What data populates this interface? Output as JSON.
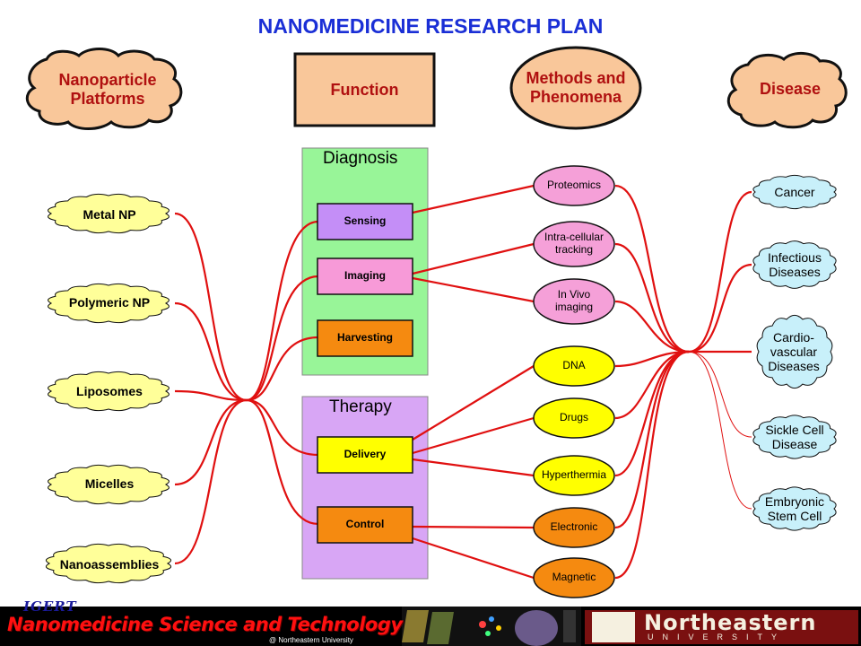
{
  "title": "NANOMEDICINE RESEARCH PLAN",
  "headers": {
    "platforms": "Nanoparticle Platforms",
    "function": "Function",
    "methods": "Methods and Phenomena",
    "disease": "Disease"
  },
  "sections": {
    "diagnosis": "Diagnosis",
    "therapy": "Therapy"
  },
  "platforms": [
    "Metal NP",
    "Polymeric NP",
    "Liposomes",
    "Micelles",
    "Nanoassemblies"
  ],
  "functions": [
    "Sensing",
    "Imaging",
    "Harvesting",
    "Delivery",
    "Control"
  ],
  "methods": [
    "Proteomics",
    "Intra-cellular tracking",
    "In Vivo imaging",
    "DNA",
    "Drugs",
    "Hyperthermia",
    "Electronic",
    "Magnetic"
  ],
  "diseases": [
    "Cancer",
    "Infectious Diseases",
    "Cardio- vascular Diseases",
    "Sickle Cell Disease",
    "Embryonic Stem Cell"
  ],
  "footer": {
    "igert": "IGERT",
    "program": "Nanomedicine Science and Technology",
    "subtitle": "@ Northeastern University",
    "university": "Northeastern",
    "university_sub": "UNIVERSITY"
  },
  "colors": {
    "title": "#1a2fd6",
    "header_text": "#b01010",
    "header_fill": "#f9c79a",
    "line": "#e01010",
    "platform_fill": "#ffff99",
    "diagnosis_bg": "#98f598",
    "therapy_bg": "#d8a6f5",
    "sensing": "#c48ef7",
    "imaging": "#f79ad8",
    "harvesting": "#f58a10",
    "delivery": "#ffff00",
    "control": "#f58a10",
    "method_pink": "#f5a0d8",
    "method_yellow": "#ffff00",
    "method_orange": "#f58a10",
    "disease_fill": "#c8f0fa"
  }
}
